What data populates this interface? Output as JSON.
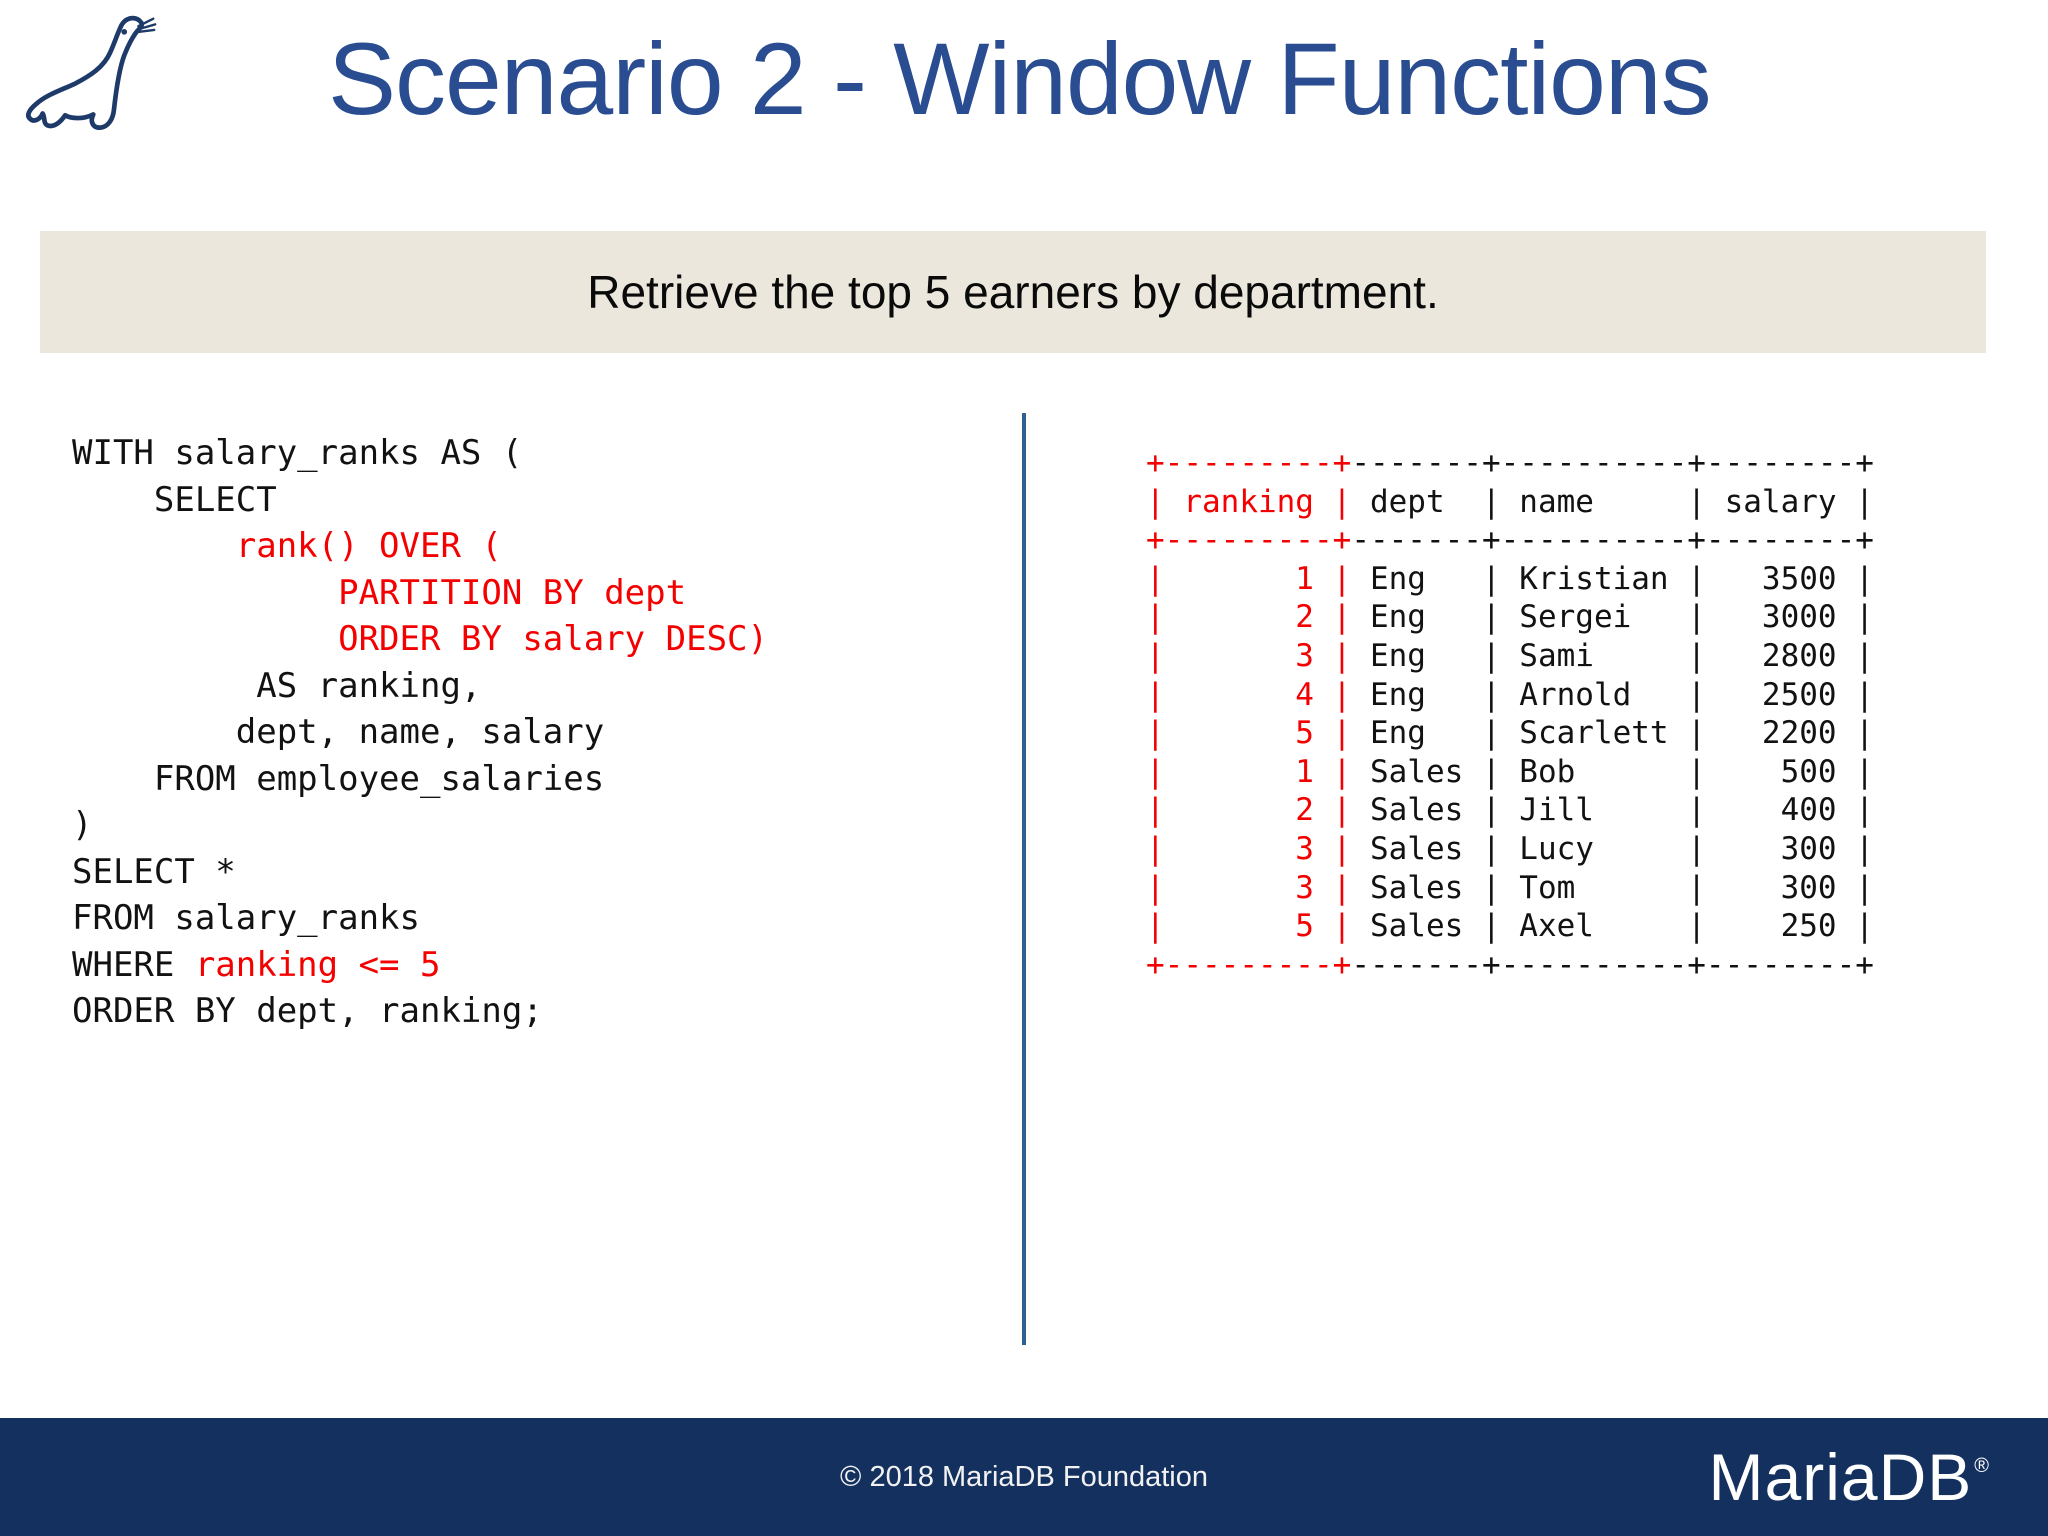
{
  "colors": {
    "red": "#f40000",
    "code": "#121212",
    "title": "#2a4d92",
    "divider": "#2f608e",
    "footer-bg": "#13305f",
    "banner-bg": "#ebe7dc",
    "banner-text": "#0a0a0a"
  },
  "header": {
    "title": "Scenario 2 - Window Functions",
    "logo_icon": "mariadb-seal-icon"
  },
  "banner": {
    "text": "Retrieve the top 5 earners by department."
  },
  "sql": {
    "text": "WITH salary_ranks AS (\n    SELECT\n        rank() OVER (\n             PARTITION BY dept\n             ORDER BY salary DESC)\n         AS ranking,\n        dept, name, salary\n    FROM employee_salaries\n)\nSELECT *\nFROM salary_ranks\nWHERE ranking <= 5\nORDER BY dept, ranking;",
    "lines": [
      [
        {
          "t": "WITH salary_ranks AS (",
          "c": "k"
        }
      ],
      [
        {
          "t": "    SELECT",
          "c": "k"
        }
      ],
      [
        {
          "t": "        ",
          "c": "k"
        },
        {
          "t": "rank() OVER (",
          "c": "r"
        }
      ],
      [
        {
          "t": "             ",
          "c": "k"
        },
        {
          "t": "PARTITION BY dept",
          "c": "r"
        }
      ],
      [
        {
          "t": "             ",
          "c": "k"
        },
        {
          "t": "ORDER BY salary DESC)",
          "c": "r"
        }
      ],
      [
        {
          "t": "         AS ranking,",
          "c": "k"
        }
      ],
      [
        {
          "t": "        dept, name, salary",
          "c": "k"
        }
      ],
      [
        {
          "t": "    FROM employee_salaries",
          "c": "k"
        }
      ],
      [
        {
          "t": ")",
          "c": "k"
        }
      ],
      [
        {
          "t": "SELECT *",
          "c": "k"
        }
      ],
      [
        {
          "t": "FROM salary_ranks",
          "c": "k"
        }
      ],
      [
        {
          "t": "WHERE ",
          "c": "k"
        },
        {
          "t": "ranking <= 5",
          "c": "r"
        }
      ],
      [
        {
          "t": "ORDER BY dept, ranking;",
          "c": "k"
        }
      ]
    ]
  },
  "result": {
    "columns": [
      "ranking",
      "dept",
      "name",
      "salary"
    ],
    "rows": [
      {
        "ranking": 1,
        "dept": "Eng",
        "name": "Kristian",
        "salary": 3500
      },
      {
        "ranking": 2,
        "dept": "Eng",
        "name": "Sergei",
        "salary": 3000
      },
      {
        "ranking": 3,
        "dept": "Eng",
        "name": "Sami",
        "salary": 2800
      },
      {
        "ranking": 4,
        "dept": "Eng",
        "name": "Arnold",
        "salary": 2500
      },
      {
        "ranking": 5,
        "dept": "Eng",
        "name": "Scarlett",
        "salary": 2200
      },
      {
        "ranking": 1,
        "dept": "Sales",
        "name": "Bob",
        "salary": 500
      },
      {
        "ranking": 2,
        "dept": "Sales",
        "name": "Jill",
        "salary": 400
      },
      {
        "ranking": 3,
        "dept": "Sales",
        "name": "Lucy",
        "salary": 300
      },
      {
        "ranking": 3,
        "dept": "Sales",
        "name": "Tom",
        "salary": 300
      },
      {
        "ranking": 5,
        "dept": "Sales",
        "name": "Axel",
        "salary": 250
      }
    ],
    "ascii_lines": [
      [
        {
          "t": "+---------+",
          "c": "r"
        },
        {
          "t": "-------+----------+--------+",
          "c": "k"
        }
      ],
      [
        {
          "t": "| ranking |",
          "c": "r"
        },
        {
          "t": " dept  | name     | salary |",
          "c": "k"
        }
      ],
      [
        {
          "t": "+---------+",
          "c": "r"
        },
        {
          "t": "-------+----------+--------+",
          "c": "k"
        }
      ],
      [
        {
          "t": "|       1 |",
          "c": "r"
        },
        {
          "t": " Eng   | Kristian |   3500 |",
          "c": "k"
        }
      ],
      [
        {
          "t": "|       2 |",
          "c": "r"
        },
        {
          "t": " Eng   | Sergei   |   3000 |",
          "c": "k"
        }
      ],
      [
        {
          "t": "|       3 |",
          "c": "r"
        },
        {
          "t": " Eng   | Sami     |   2800 |",
          "c": "k"
        }
      ],
      [
        {
          "t": "|       4 |",
          "c": "r"
        },
        {
          "t": " Eng   | Arnold   |   2500 |",
          "c": "k"
        }
      ],
      [
        {
          "t": "|       5 |",
          "c": "r"
        },
        {
          "t": " Eng   | Scarlett |   2200 |",
          "c": "k"
        }
      ],
      [
        {
          "t": "|       1 |",
          "c": "r"
        },
        {
          "t": " Sales | Bob      |    500 |",
          "c": "k"
        }
      ],
      [
        {
          "t": "|       2 |",
          "c": "r"
        },
        {
          "t": " Sales | Jill     |    400 |",
          "c": "k"
        }
      ],
      [
        {
          "t": "|       3 |",
          "c": "r"
        },
        {
          "t": " Sales | Lucy     |    300 |",
          "c": "k"
        }
      ],
      [
        {
          "t": "|       3 |",
          "c": "r"
        },
        {
          "t": " Sales | Tom      |    300 |",
          "c": "k"
        }
      ],
      [
        {
          "t": "|       5 |",
          "c": "r"
        },
        {
          "t": " Sales | Axel     |    250 |",
          "c": "k"
        }
      ],
      [
        {
          "t": "+---------+",
          "c": "r"
        },
        {
          "t": "-------+----------+--------+",
          "c": "k"
        }
      ]
    ]
  },
  "footer": {
    "copyright": "© 2018 MariaDB Foundation",
    "brand": "MariaDB",
    "registered": "®"
  }
}
